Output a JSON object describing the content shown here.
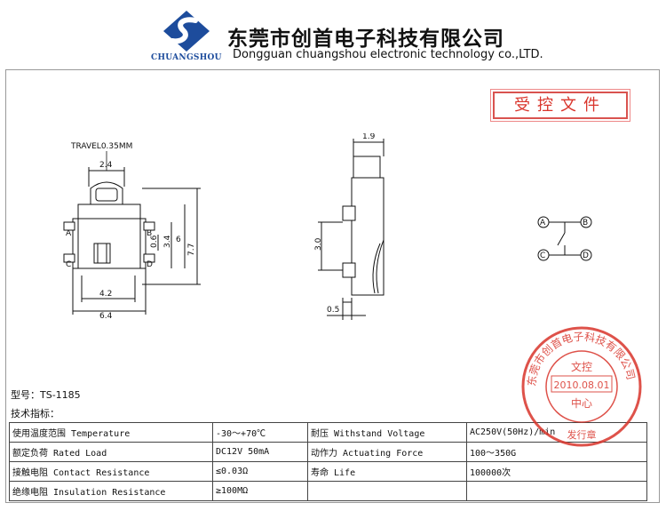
{
  "header": {
    "brand_name": "CHUANGSHOU",
    "company_cn": "东莞市创首电子科技有限公司",
    "company_en": "Dongguan chuangshou electronic technology co.,LTD."
  },
  "controlled_doc": "受控文件",
  "drawing": {
    "travel": "TRAVEL0.35MM",
    "front": {
      "dim_top": "2.4",
      "dim_06": "0.6",
      "dim_34": "3.4",
      "dim_6": "6",
      "dim_77": "7.7",
      "dim_42": "4.2",
      "dim_64": "6.4",
      "pin_a": "A",
      "pin_b": "B",
      "pin_c": "C",
      "pin_d": "D"
    },
    "side": {
      "dim_19": "1.9",
      "dim_30": "3.0",
      "dim_05": "0.5"
    },
    "schematic": {
      "a": "A",
      "b": "B",
      "c": "C",
      "d": "D"
    }
  },
  "model": "型号：TS-1185",
  "tech_specs_label": "技术指标：",
  "specs": [
    [
      "使用温度范围 Temperature",
      "-30～+70℃",
      "耐压 Withstand Voltage",
      "AC250V(50Hz)/min"
    ],
    [
      "额定负荷 Rated Load",
      "DC12V 50mA",
      "动作力 Actuating Force",
      "100～350G"
    ],
    [
      "接触电阻 Contact Resistance",
      "≤0.03Ω",
      "寿命 Life",
      "100000次"
    ],
    [
      "绝缘电阻 Insulation Resistance",
      "≥100MΩ",
      "",
      ""
    ]
  ],
  "stamp": {
    "ring_text": "东莞市创首电子科技有限公司",
    "line1": "文控",
    "date": "2010.08.01",
    "line2": "中心",
    "bottom": "发行章"
  },
  "colors": {
    "brand_blue": "#1d4c9c",
    "stamp_red": "#d9342b"
  }
}
